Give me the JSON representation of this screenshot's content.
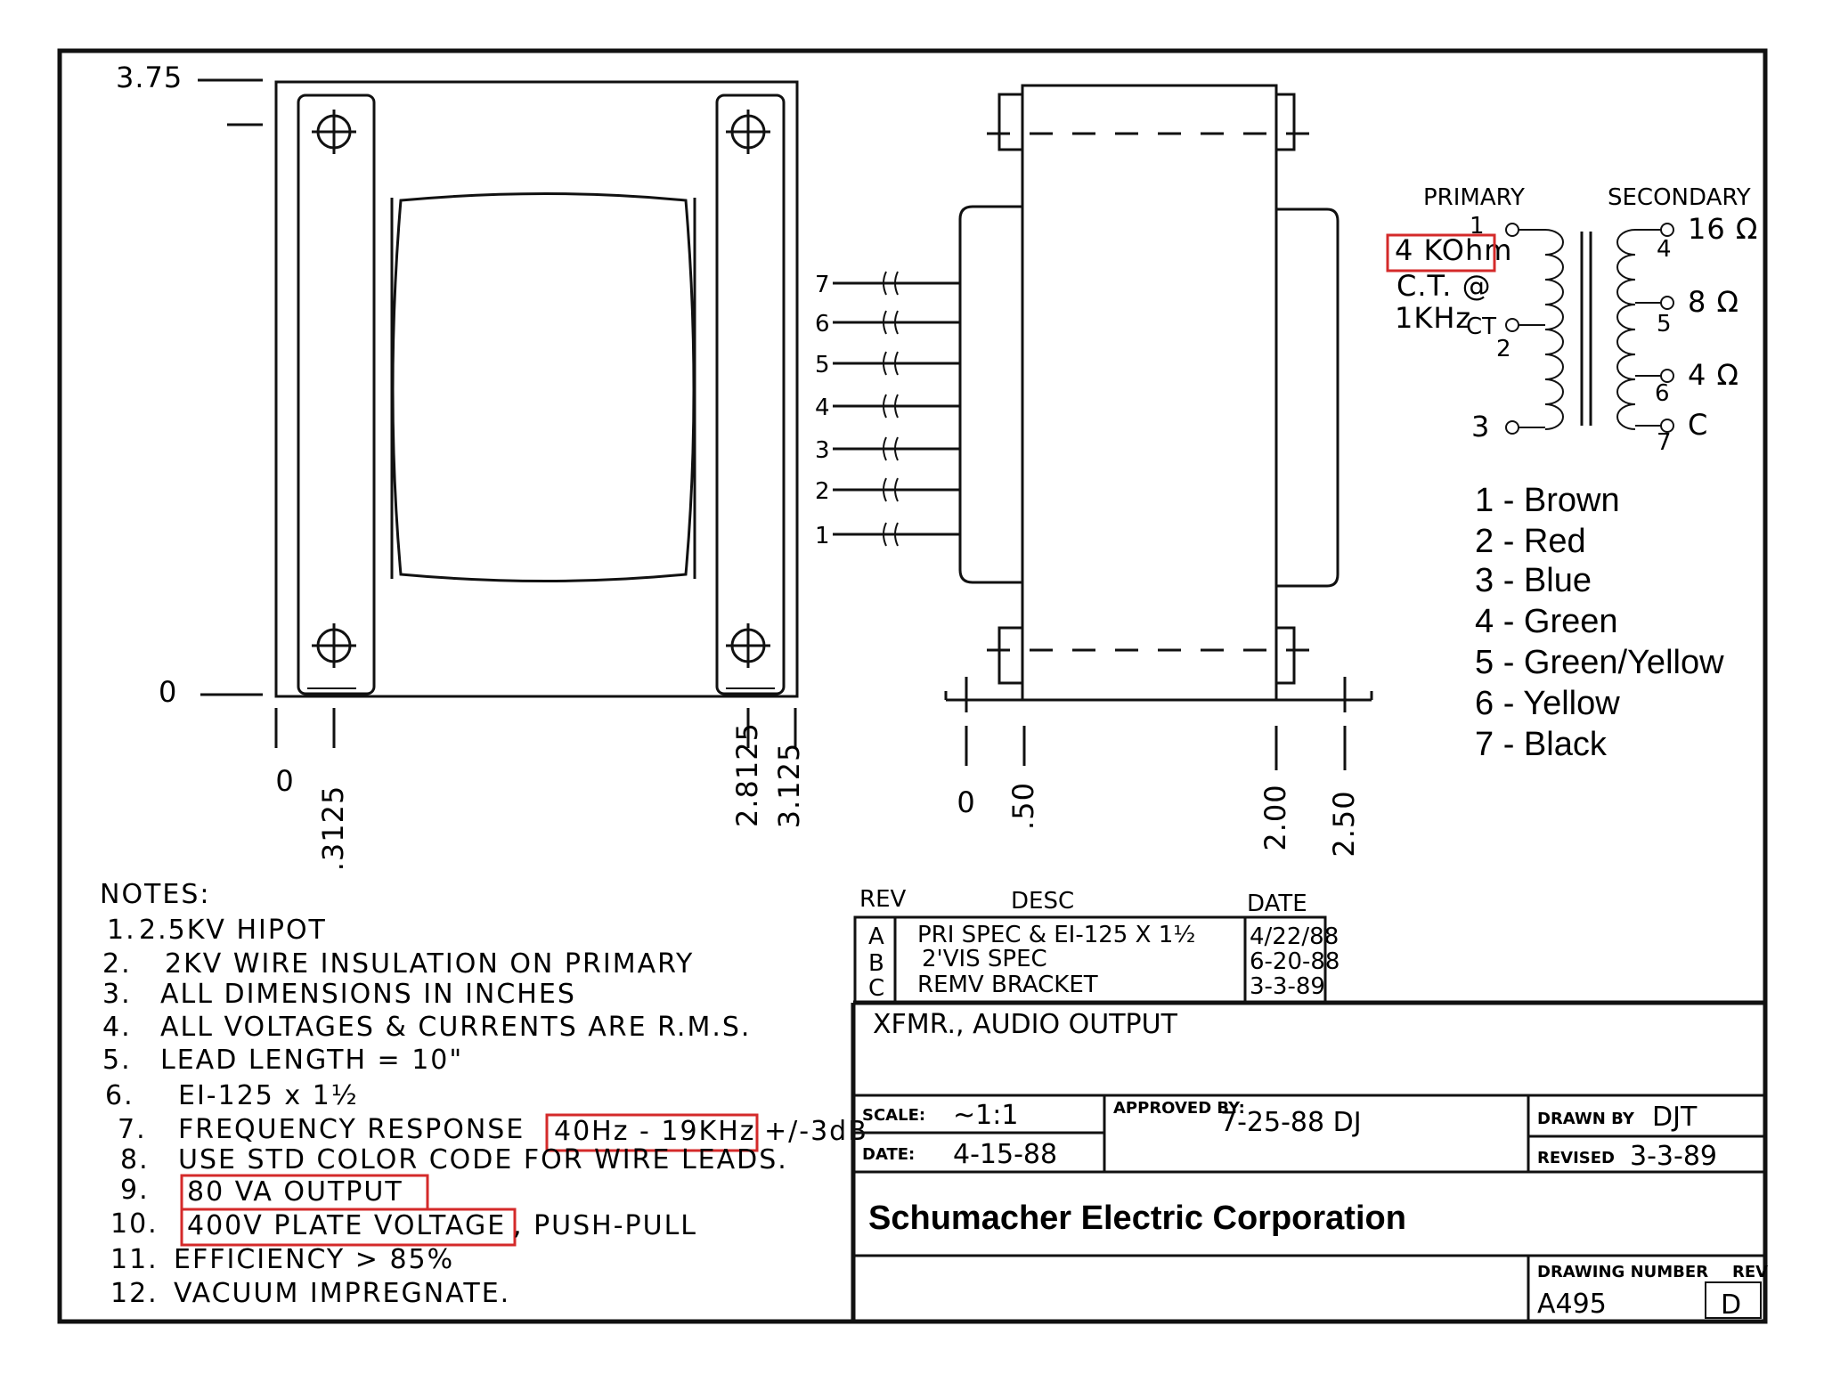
{
  "front_view": {
    "dim_top": "3.75",
    "dim_bottom": "0",
    "dims_x": [
      "0",
      ".3125",
      "2.8125",
      "3.125"
    ]
  },
  "side_view": {
    "lead_numbers": [
      "7",
      "6",
      "5",
      "4",
      "3",
      "2",
      "1"
    ],
    "dims_x": [
      "0",
      ".50",
      "2.00",
      "2.50"
    ]
  },
  "schematic": {
    "primary_label": "PRIMARY",
    "secondary_label": "SECONDARY",
    "impedance": "4 KOhm",
    "ct_note_1": "C.T. @",
    "ct_note_2": "1KHz",
    "ct_label": "CT",
    "primary_pins": [
      "1",
      "2",
      "3"
    ],
    "secondary_pins": [
      "4",
      "5",
      "6",
      "7"
    ],
    "secondary_taps": [
      "16 Ω",
      "8 Ω",
      "4 Ω",
      "C"
    ]
  },
  "color_code": [
    "1 - Brown",
    "2 - Red",
    "3 - Blue",
    "4 - Green",
    "5 - Green/Yellow",
    "6 - Yellow",
    "7 - Black"
  ],
  "notes": {
    "title": "NOTES:",
    "items": [
      {
        "num": "1.",
        "text": "2.5KV HIPOT"
      },
      {
        "num": "2.",
        "text": "2KV WIRE INSULATION ON PRIMARY"
      },
      {
        "num": "3.",
        "text": "ALL DIMENSIONS IN INCHES"
      },
      {
        "num": "4.",
        "text": "ALL VOLTAGES & CURRENTS ARE R.M.S."
      },
      {
        "num": "5.",
        "text": "LEAD LENGTH = 10\""
      },
      {
        "num": "6.",
        "text": "EI-125 x 1½"
      },
      {
        "num": "7.",
        "text": "FREQUENCY RESPONSE",
        "boxed": "40Hz - 19KHz",
        "suffix": "+/-3dB"
      },
      {
        "num": "8.",
        "text": "USE STD COLOR CODE FOR WIRE LEADS."
      },
      {
        "num": "9.",
        "boxed": "80 VA OUTPUT"
      },
      {
        "num": "10.",
        "boxed": "400V PLATE VOLTAGE",
        "suffix": ", PUSH-PULL"
      },
      {
        "num": "11.",
        "text": "EFFICIENCY > 85%"
      },
      {
        "num": "12.",
        "text": "VACUUM IMPREGNATE."
      }
    ]
  },
  "revisions": {
    "headers": {
      "rev": "REV",
      "desc": "DESC",
      "date": "DATE"
    },
    "rows": [
      {
        "rev": "A",
        "desc": "PRI SPEC & EI-125 X 1½",
        "date": "4/22/88"
      },
      {
        "rev": "B",
        "desc": "2'VIS SPEC",
        "date": "6-20-88"
      },
      {
        "rev": "C",
        "desc": "REMV BRACKET",
        "date": "3-3-89"
      }
    ]
  },
  "title_block": {
    "title": "XFMR., AUDIO OUTPUT",
    "scale_label": "SCALE:",
    "scale_value": "~1:1",
    "date_label": "DATE:",
    "date_value": "4-15-88",
    "approved_label": "APPROVED BY:",
    "approved_value": "7-25-88 DJ",
    "drawn_label": "DRAWN BY",
    "drawn_value": "DJT",
    "revised_label": "REVISED",
    "revised_value": "3-3-89",
    "company": "Schumacher Electric Corporation",
    "drawing_number_label": "DRAWING NUMBER",
    "rev_label": "REV",
    "drawing_number": "A495",
    "rev_value": "D"
  }
}
